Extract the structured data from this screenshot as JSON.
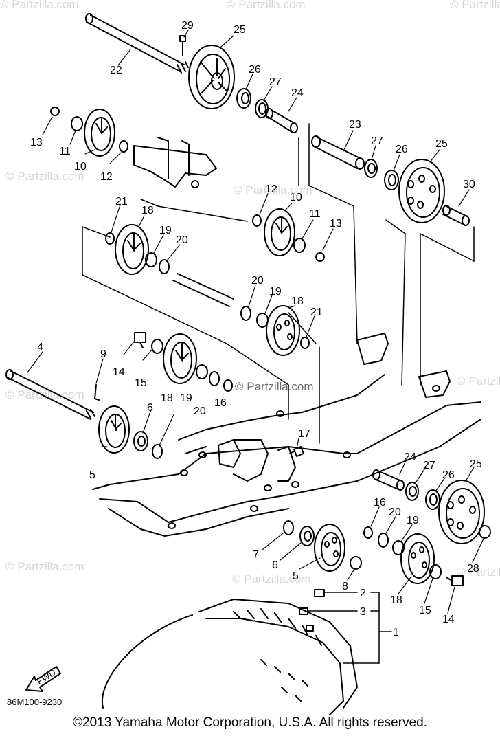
{
  "diagram_code": "86M100-9230",
  "copyright": "©2013 Yamaha Motor Corporation, U.S.A. All rights reserved.",
  "watermark": "© Partzilla.com",
  "front_arrow_label": "FWD",
  "callouts": {
    "c29": "29",
    "c25a": "25",
    "c22": "22",
    "c26a": "26",
    "c27a": "27",
    "c24a": "24",
    "c13a": "13",
    "c11a": "11",
    "c10a": "10",
    "c12a": "12",
    "c23": "23",
    "c27b": "27",
    "c26b": "26",
    "c25b": "25",
    "c30": "30",
    "c12b": "12",
    "c10b": "10",
    "c11b": "11",
    "c13b": "13",
    "c21a": "21",
    "c18a": "18",
    "c19a": "19",
    "c20a": "20",
    "c20b": "20",
    "c19b": "19",
    "c18b": "18",
    "c21b": "21",
    "c4": "4",
    "c9": "9",
    "c14a": "14",
    "c15a": "15",
    "c18c": "18",
    "c19c": "19",
    "c20c": "20",
    "c16a": "16",
    "c6a": "6",
    "c7a": "7",
    "c5a": "5",
    "c17": "17",
    "c24b": "24",
    "c27c": "27",
    "c26c": "26",
    "c25c": "25",
    "c16b": "16",
    "c20d": "20",
    "c19d": "19",
    "c7b": "7",
    "c6b": "6",
    "c5b": "5",
    "c8": "8",
    "c28": "28",
    "c18d": "18",
    "c15b": "15",
    "c14b": "14",
    "c2": "2",
    "c3": "3",
    "c1": "1"
  }
}
